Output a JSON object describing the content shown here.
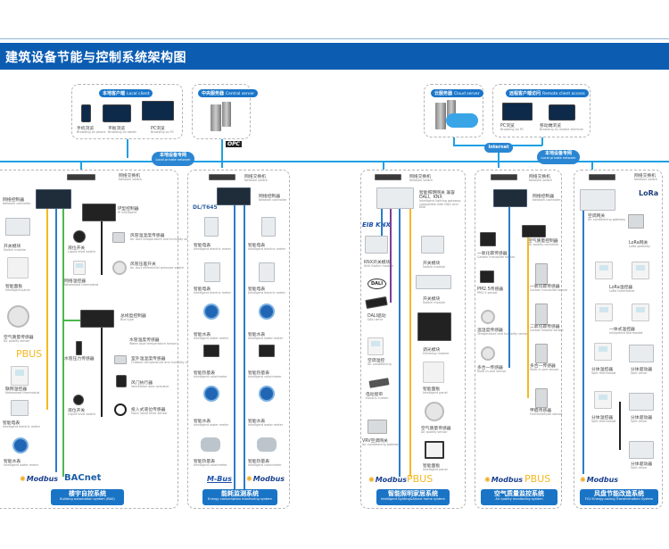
{
  "title": "建筑设备节能与控制系统架构图",
  "colors": {
    "title_bar": "#0c5db2",
    "network_line": "#1fa0e3",
    "bus_yellow": "#f5b820",
    "bus_green": "#4cb84c",
    "bus_blue": "#2b7cc9",
    "bus_black": "#222222",
    "bus_purple": "#7a3e9a"
  },
  "top": {
    "local_client": {
      "header_cn": "本地客户端",
      "header_en": "Local client",
      "items": [
        {
          "cn": "手机浏览",
          "en": "Browsing on phone"
        },
        {
          "cn": "平板浏览",
          "en": "Browsing on tablet"
        },
        {
          "cn": "PC浏览",
          "en": "Browsing on PC"
        }
      ]
    },
    "central_server": {
      "header_cn": "中央服务器",
      "header_en": "Central server",
      "opc_label": "OPC"
    },
    "cloud_server": {
      "header_cn": "云服务器",
      "header_en": "Cloud server"
    },
    "remote_client": {
      "header_cn": "远程客户端访问",
      "header_en": "Remote client access",
      "items": [
        {
          "cn": "PC浏览",
          "en": "Browsing on PC"
        },
        {
          "cn": "移动端浏览",
          "en": "Browsing on mobile terminal"
        }
      ]
    },
    "internet_label": "Internet",
    "local_network_left": {
      "cn": "本地设备专网",
      "en": "Local private network"
    },
    "local_network_right": {
      "cn": "本地设备专网",
      "en": "Local private network"
    }
  },
  "systems": {
    "bas": {
      "title_cn": "楼宇自控系统",
      "title_en": "Building automation system (BAS)",
      "protocols": [
        "Modbus",
        "BACnet",
        "PBUS"
      ],
      "devices": [
        {
          "cn": "网络交换机",
          "en": "Network switch"
        },
        {
          "cn": "网络控制器",
          "en": "Network controller"
        },
        {
          "cn": "IP型控制器",
          "en": "IP intelligent"
        },
        {
          "cn": "开关模块",
          "en": "Switch module"
        },
        {
          "cn": "液位开关",
          "en": "Liquid level switch"
        },
        {
          "cn": "风管温湿度传感器",
          "en": "Air duct temperature and humidity sensor"
        },
        {
          "cn": "网络温控器",
          "en": "Networked thermostat"
        },
        {
          "cn": "风管压差开关",
          "en": "Air duct differential pressure switch"
        },
        {
          "cn": "智能面板",
          "en": "Intelligent panel"
        },
        {
          "cn": "总线型控制器",
          "en": "Bus type"
        },
        {
          "cn": "空气质量传感器",
          "en": "Air quality sensor"
        },
        {
          "cn": "水管温度传感器",
          "en": "Water pipe temperature sensor"
        },
        {
          "cn": "水管压力传感器",
          "en": "Water pipe pressure sensor"
        },
        {
          "cn": "室外温湿度传感器",
          "en": "Outdoor temperature and humidity sensor"
        },
        {
          "cn": "联网温控器",
          "en": "Networked thermostat"
        },
        {
          "cn": "风门执行器",
          "en": "Ventilation door actuator"
        },
        {
          "cn": "智能电表",
          "en": "Intelligent electric meter"
        },
        {
          "cn": "液位开关",
          "en": "Liquid level switch"
        },
        {
          "cn": "投入式液位传感器",
          "en": "Input liquid level sensor"
        },
        {
          "cn": "智能水表",
          "en": "Intelligent water meter"
        }
      ]
    },
    "energy": {
      "title_cn": "能耗监测系统",
      "title_en": "Energy consumption monitoring system",
      "protocols": [
        "M-Bus",
        "Modbus",
        "DL/T645"
      ],
      "devices": [
        {
          "cn": "网络交换机",
          "en": "Network switch"
        },
        {
          "cn": "网络控制器",
          "en": "Network controller"
        },
        {
          "cn": "智能电表",
          "en": "Intelligent electric meter"
        },
        {
          "cn": "智能电表",
          "en": "Intelligent electric meter"
        },
        {
          "cn": "智能电表",
          "en": "Intelligent electric meter"
        },
        {
          "cn": "智能电表",
          "en": "Intelligent electric meter"
        },
        {
          "cn": "智能水表",
          "en": "Intelligent water meter"
        },
        {
          "cn": "智能水表",
          "en": "Intelligent water meter"
        },
        {
          "cn": "智能热量表",
          "en": "Intelligent calorimeter"
        },
        {
          "cn": "智能热量表",
          "en": "Intelligent calorimeter"
        },
        {
          "cn": "智能水表",
          "en": "Intelligent water meter"
        },
        {
          "cn": "智能水表",
          "en": "Intelligent water meter"
        },
        {
          "cn": "智能热量表",
          "en": "Intelligent calorimeter"
        },
        {
          "cn": "智能热量表",
          "en": "Intelligent calorimeter"
        }
      ]
    },
    "lighting": {
      "title_cn": "智能照明家居系统",
      "title_en": "Intelligent lighting&Smart home system",
      "protocols": [
        "EIB KNX",
        "DALI",
        "Modbus",
        "PBUS"
      ],
      "devices": [
        {
          "cn": "网络交换机",
          "en": "Network switch"
        },
        {
          "cn": "智能照明网关 兼容DALI、KNX",
          "en": "Intelligent lighting gateway compatible with DALI and KNX"
        },
        {
          "cn": "KNX开关模块",
          "en": "KNX Switch module"
        },
        {
          "cn": "开关模块",
          "en": "Switch module"
        },
        {
          "cn": "开关模块",
          "en": "Switch module"
        },
        {
          "cn": "DALI驱动",
          "en": "DALI drive"
        },
        {
          "cn": "调光模块",
          "en": "Dimming module"
        },
        {
          "cn": "空调温控",
          "en": "Air conditioning"
        },
        {
          "cn": "智能面板",
          "en": "Intelligent panel"
        },
        {
          "cn": "电动窗帘",
          "en": "Electric curtain"
        },
        {
          "cn": "空气质量传感器",
          "en": "Air quality sensor"
        },
        {
          "cn": "VRV空调网关",
          "en": "Air conditioning gateway"
        },
        {
          "cn": "智能面板",
          "en": "Intelligent panel"
        }
      ]
    },
    "air": {
      "title_cn": "空气质量监控系统",
      "title_en": "Air quality monitoring system",
      "protocols": [
        "Modbus",
        "PBUS"
      ],
      "devices": [
        {
          "cn": "网络交换机",
          "en": "Network switch"
        },
        {
          "cn": "网络控制器",
          "en": "Network controller"
        },
        {
          "cn": "空气质量控制器",
          "en": "Air quality controller"
        },
        {
          "cn": "一氧化碳传感器",
          "en": "Carbon monoxide sensor"
        },
        {
          "cn": "PM2.5传感器",
          "en": "PM2.5 sensor"
        },
        {
          "cn": "一氧化碳传感器",
          "en": "Carbon monoxide sensor"
        },
        {
          "cn": "温湿度传感器",
          "en": "Temperature and humidity sensor"
        },
        {
          "cn": "二氧化碳传感器",
          "en": "Carbon dioxide sensor"
        },
        {
          "cn": "多合一传感器",
          "en": "Multi-in-one sensor"
        },
        {
          "cn": "多合一传感器",
          "en": "Multi-in-one sensor"
        },
        {
          "cn": "甲醛传感器",
          "en": "Formaldehyde sensor"
        }
      ]
    },
    "fcu": {
      "title_cn": "风盘节能改造系统",
      "title_en": "FCU Energy-saving Transformation System",
      "protocols": [
        "Modbus",
        "LoRa"
      ],
      "devices": [
        {
          "cn": "网络交换机",
          "en": "Network switch"
        },
        {
          "cn": "空调网关",
          "en": "Air conditioning gateway"
        },
        {
          "cn": "LoRa网关",
          "en": "LoRa gateway"
        },
        {
          "cn": "LoRa温控器",
          "en": "LoRa thermostat"
        },
        {
          "cn": "一体式温控器",
          "en": "Integrated thermostat"
        },
        {
          "cn": "分体温控器",
          "en": "Split thermostat"
        },
        {
          "cn": "分体驱动器",
          "en": "Split driver"
        },
        {
          "cn": "分体温控器",
          "en": "Split thermostat"
        },
        {
          "cn": "分体驱动器",
          "en": "Split driver"
        },
        {
          "cn": "分体驱动器",
          "en": "Split driver"
        }
      ]
    }
  }
}
